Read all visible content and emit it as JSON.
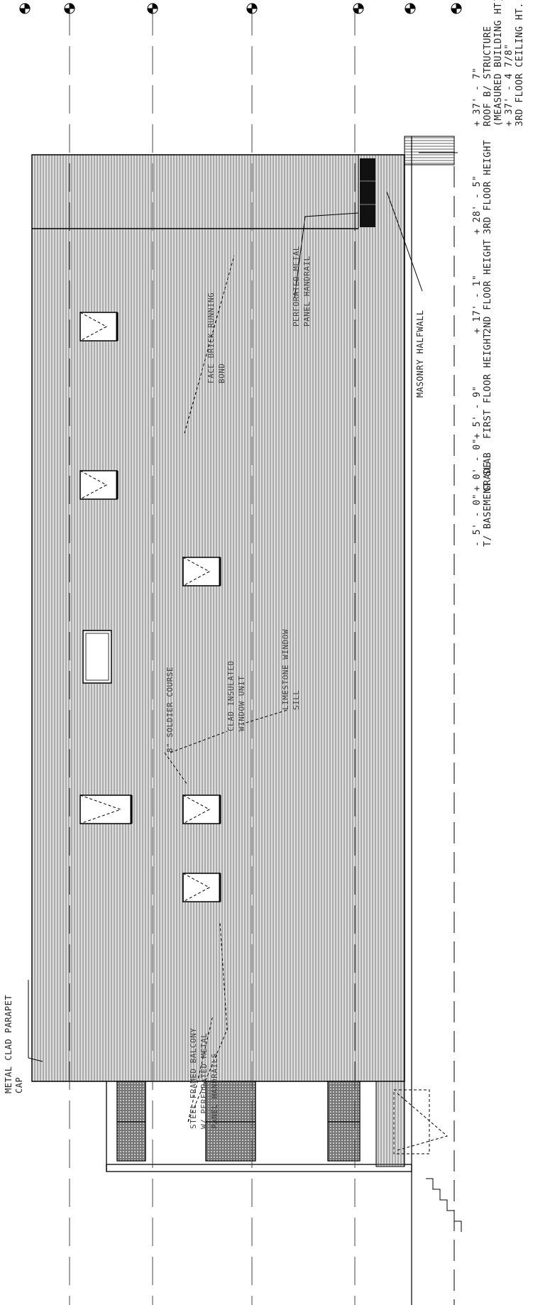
{
  "levels": [
    {
      "id": "roof",
      "elevation": "+ 37' - 7\"",
      "label": "ROOF B/ STRUCTURE",
      "label2": "(MEASURED BUILDING HT)"
    },
    {
      "id": "ceiling3",
      "elevation": "+ 37' - 4 7/8\"",
      "label": "3RD FLOOR CEILING HT."
    },
    {
      "id": "floor3",
      "elevation": "+ 28' - 5\"",
      "label": "3RD FLOOR HEIGHT"
    },
    {
      "id": "floor2",
      "elevation": "+ 17' - 1\"",
      "label": "2ND FLOOR HEIGHT"
    },
    {
      "id": "floor1",
      "elevation": "+ 5' - 9\"",
      "label": "FIRST FLOOR HEIGHT"
    },
    {
      "id": "grade",
      "elevation": "+ 0' - 0\"",
      "label": "GRADE"
    },
    {
      "id": "basement",
      "elevation": "- 5' - 0\"",
      "label": "T/ BASEMENT SLAB"
    }
  ],
  "notes": {
    "parapet": {
      "line1": "METAL CLAD PARAPET",
      "line2": "CAP"
    },
    "brick": {
      "line1": "FACE BRICK RUNNING",
      "line2": "BOND"
    },
    "handrail": {
      "line1": "PERFORATED METAL",
      "line2": "PANEL HANDRAIL"
    },
    "halfwall": {
      "line1": "MASONRY HALFWALL"
    },
    "soldier": {
      "line1": "8\" SOLDIER COURSE"
    },
    "window_unit": {
      "line1": "CLAD INSULATED",
      "line2": "WINDOW UNIT"
    },
    "sill": {
      "line1": "LIMESTONE WINDOW",
      "line2": "SILL"
    },
    "balcony": {
      "line1": "STEEL FRAMED BALCONY",
      "line2": "W/ PERFORATED METAL",
      "line3": "PANEL HANDRAILS"
    }
  }
}
